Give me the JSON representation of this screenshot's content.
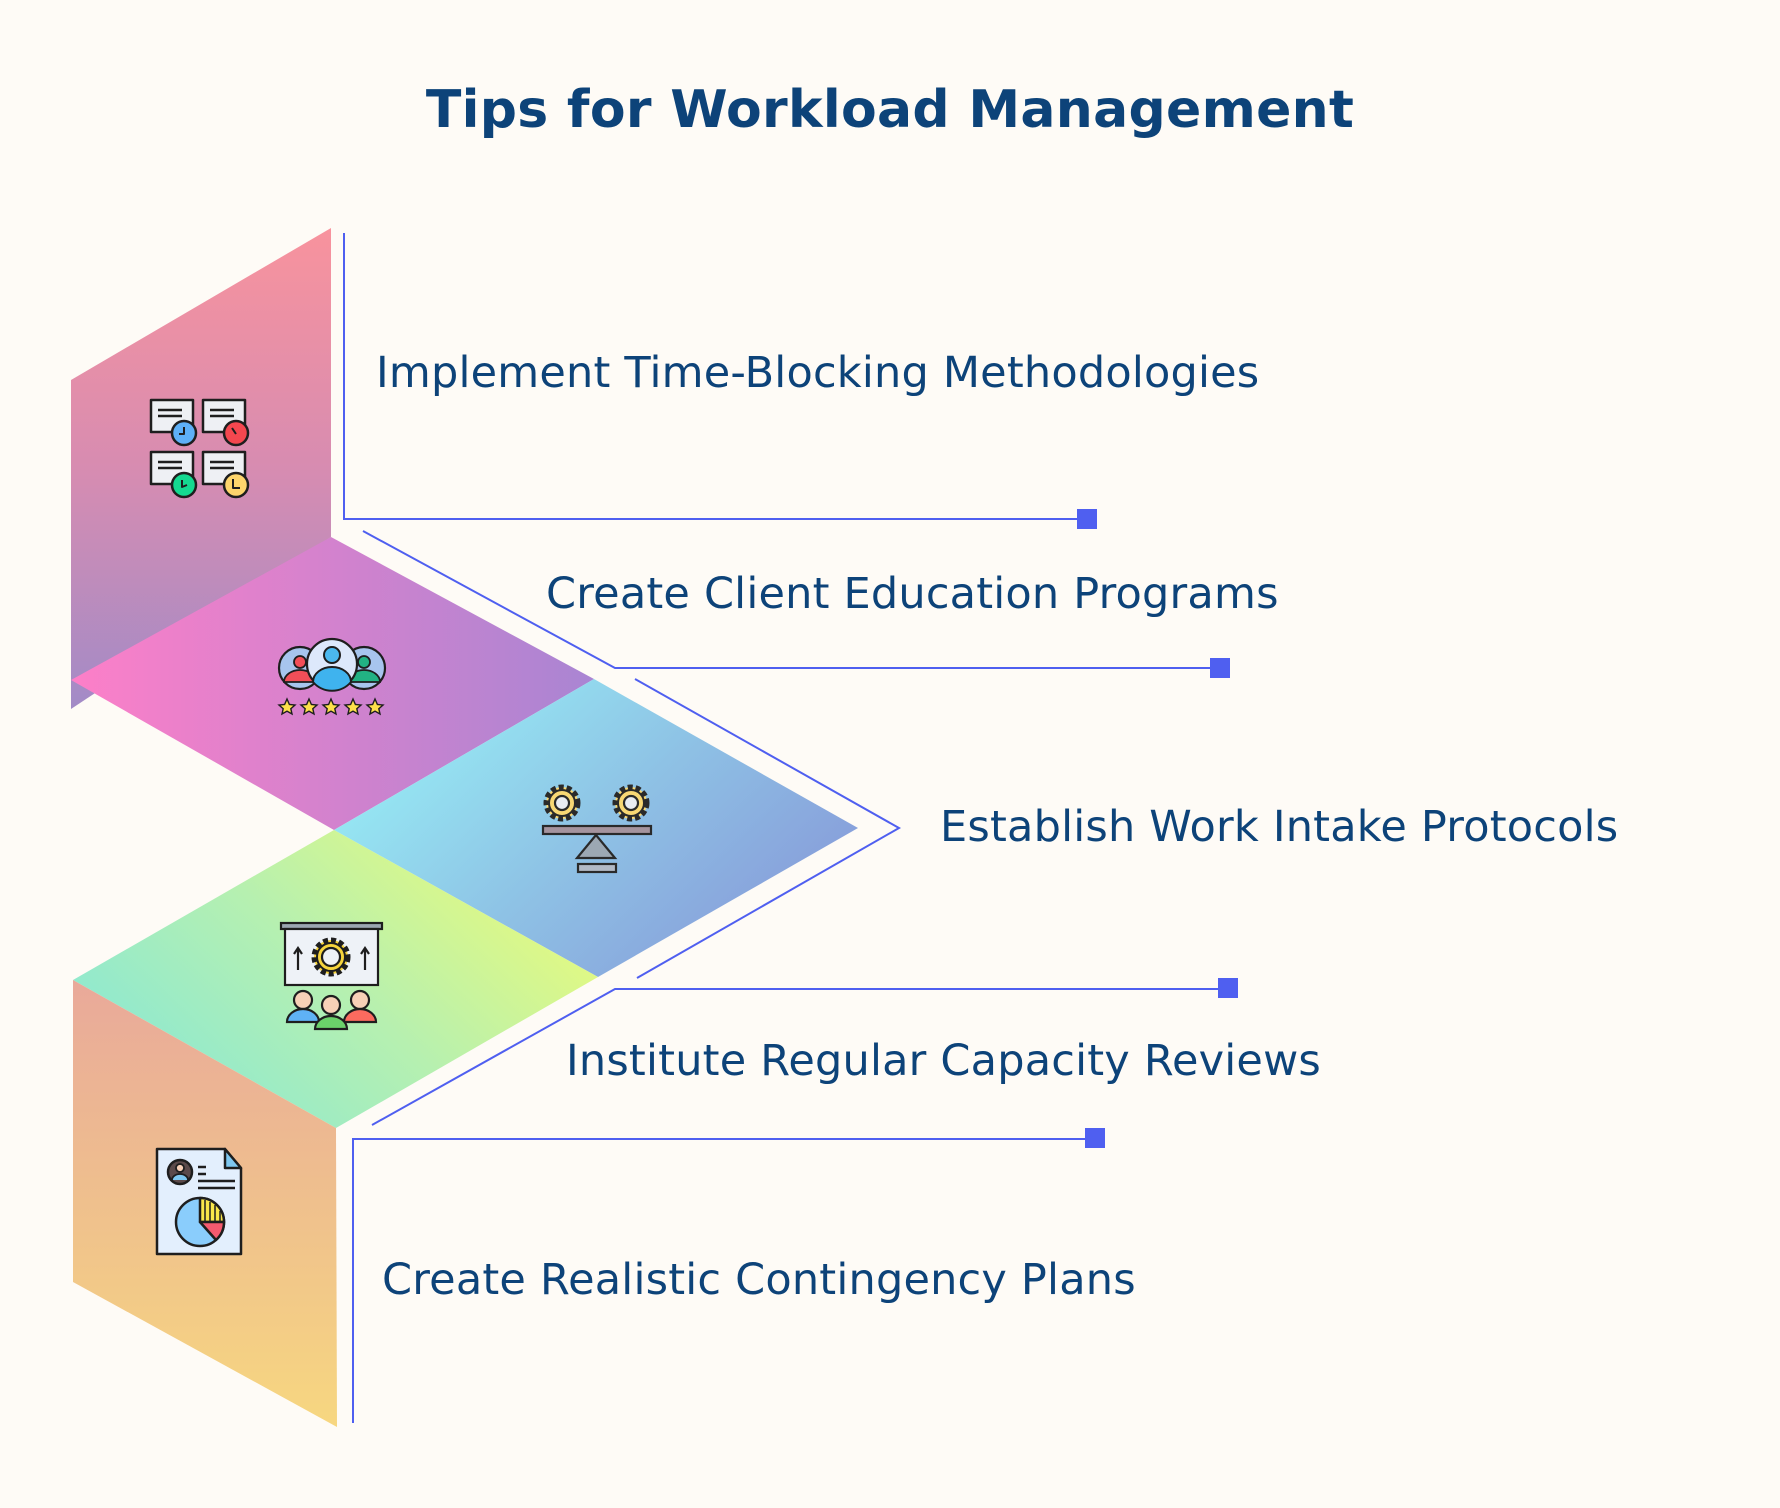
{
  "title": "Tips for Workload Management",
  "colors": {
    "background": "#fefbf6",
    "text": "#0d4379",
    "connector": "#4f5ff0"
  },
  "tips": [
    {
      "label": "Implement Time-Blocking Methodologies",
      "icon": "time-blocking-schedule-icon",
      "gradient": [
        "#f7929e",
        "#a88bc6"
      ]
    },
    {
      "label": "Create Client Education Programs",
      "icon": "client-team-rating-icon",
      "gradient": [
        "#fb7fc9",
        "#ae84d3"
      ]
    },
    {
      "label": "Establish Work Intake Protocols",
      "icon": "balance-gears-icon",
      "gradient": [
        "#96f0f6",
        "#8a9bd9"
      ]
    },
    {
      "label": "Institute Regular Capacity Reviews",
      "icon": "team-presentation-icon",
      "gradient": [
        "#8fe6d4",
        "#e9fb7a"
      ]
    },
    {
      "label": "Create Realistic Contingency Plans",
      "icon": "report-document-icon",
      "gradient": [
        "#eaab9a",
        "#f6d47f"
      ]
    }
  ]
}
